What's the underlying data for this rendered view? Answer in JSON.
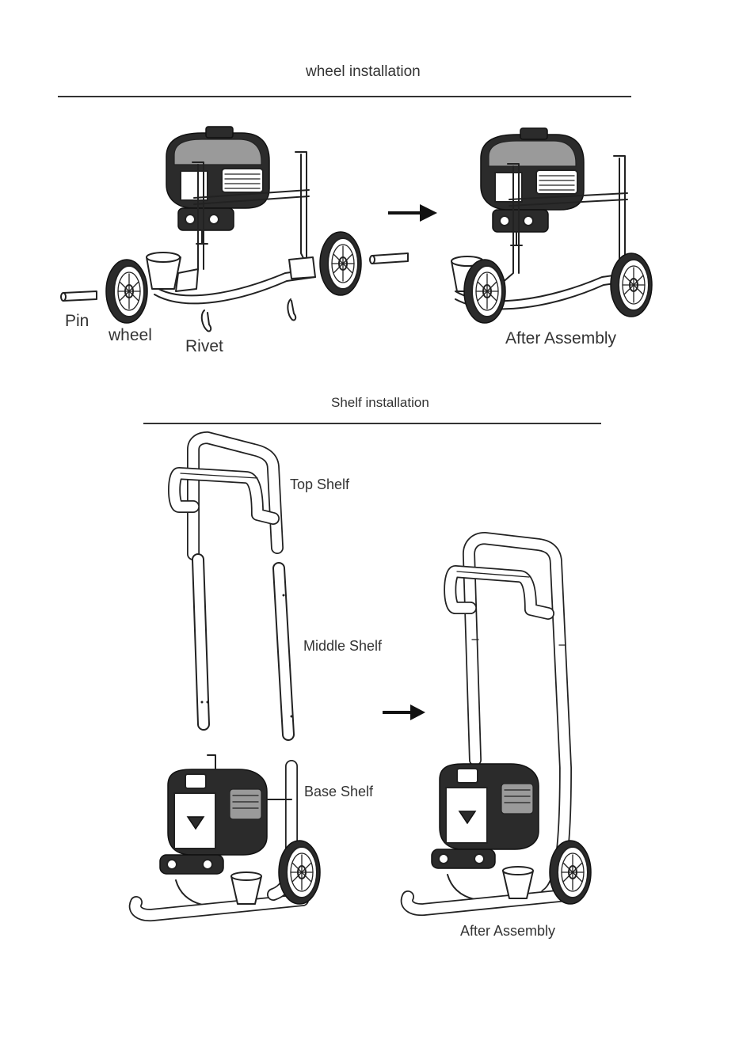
{
  "sections": {
    "wheel": {
      "title": "wheel installation",
      "labels": {
        "pin": "Pin",
        "wheel": "wheel",
        "rivet": "Rivet",
        "after": "After Assembly"
      }
    },
    "shelf": {
      "title": "Shelf  installation",
      "labels": {
        "top": "Top Shelf",
        "middle": "Middle Shelf",
        "base": "Base Shelf",
        "after": "After Assembly"
      }
    }
  },
  "colors": {
    "line": "#222222",
    "rule": "#333333",
    "dark_fill": "#2b2b2b"
  },
  "icons": [
    "arrow-right-icon"
  ]
}
